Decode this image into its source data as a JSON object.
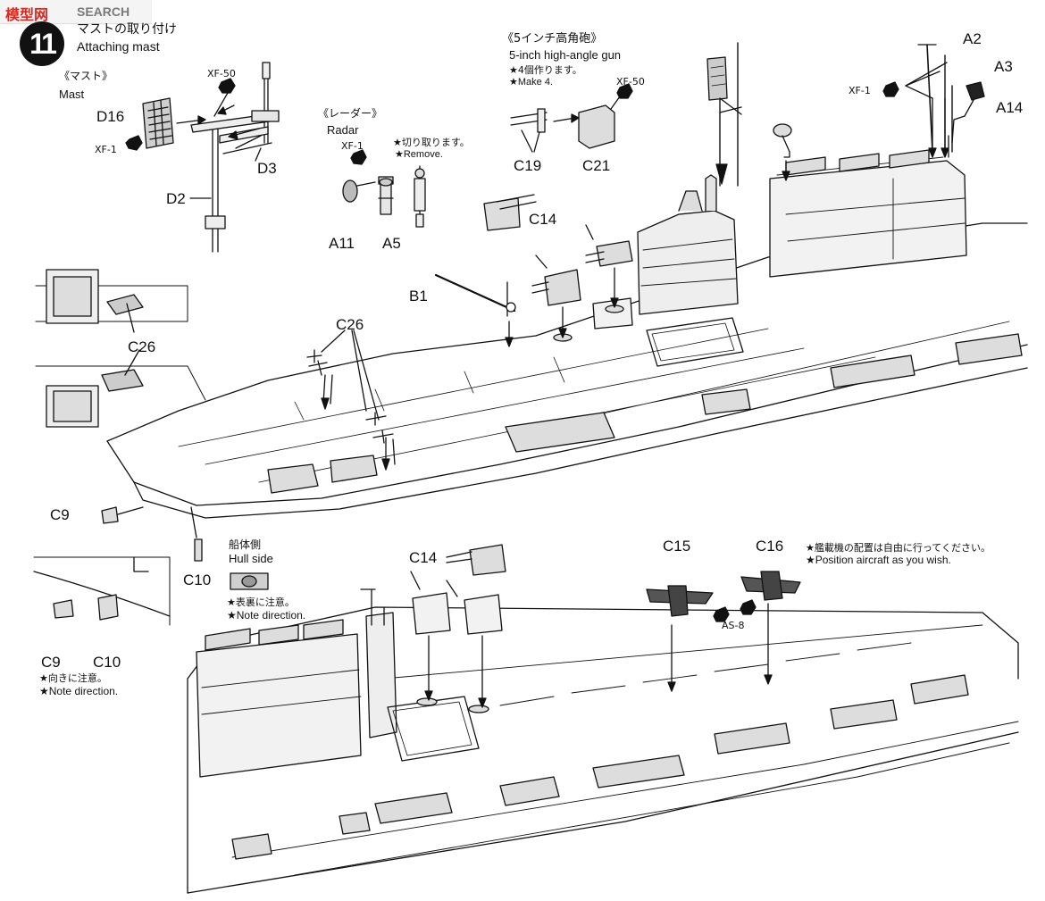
{
  "watermark": {
    "cn": "模型网",
    "en": "SEARCH"
  },
  "step": {
    "number": "11",
    "title_ja": "マストの取り付け",
    "title_en": "Attaching mast"
  },
  "mast": {
    "header_ja": "《マスト》",
    "header_en": "Mast",
    "parts": {
      "d16": "D16",
      "xf1": "XF-1",
      "xf50": "XF-50",
      "d3": "D3",
      "d2": "D2"
    }
  },
  "radar": {
    "header_ja": "《レーダー》",
    "header_en": "Radar",
    "parts": {
      "xf1": "XF-1",
      "a11": "A11",
      "a5": "A5"
    },
    "note_ja": "★切り取ります。",
    "note_en": "★Remove."
  },
  "gun": {
    "header_ja": "《5インチ高角砲》",
    "header_en": "5-inch high-angle gun",
    "note_ja": "★4個作ります。",
    "note_en": "★Make 4.",
    "parts": {
      "xf50": "XF-50",
      "c19": "C19",
      "c21": "C21"
    }
  },
  "upper_ship": {
    "parts": {
      "a2": "A2",
      "a3": "A3",
      "a14": "A14",
      "xf1": "XF-1",
      "c14": "C14",
      "b1": "B1",
      "c26": "C26",
      "c9": "C9",
      "c10": "C10"
    }
  },
  "hull_side": {
    "label_ja": "船体側",
    "label_en": "Hull side",
    "note_ja": "★表裏に注意。",
    "note_en": "★Note direction."
  },
  "detail_left": {
    "c26": "C26",
    "c9": "C9",
    "c10": "C10",
    "note_ja": "★向きに注意。",
    "note_en": "★Note direction."
  },
  "lower_ship": {
    "parts": {
      "c14": "C14",
      "c15": "C15",
      "c16": "C16",
      "as8": "AS-8"
    },
    "note_ja": "★艦載機の配置は自由に行ってください。",
    "note_en": "★Position aircraft as you wish."
  },
  "colors": {
    "line": "#111111",
    "part_fill": "#dcdcdc",
    "watermark_red": "#e0261b"
  }
}
